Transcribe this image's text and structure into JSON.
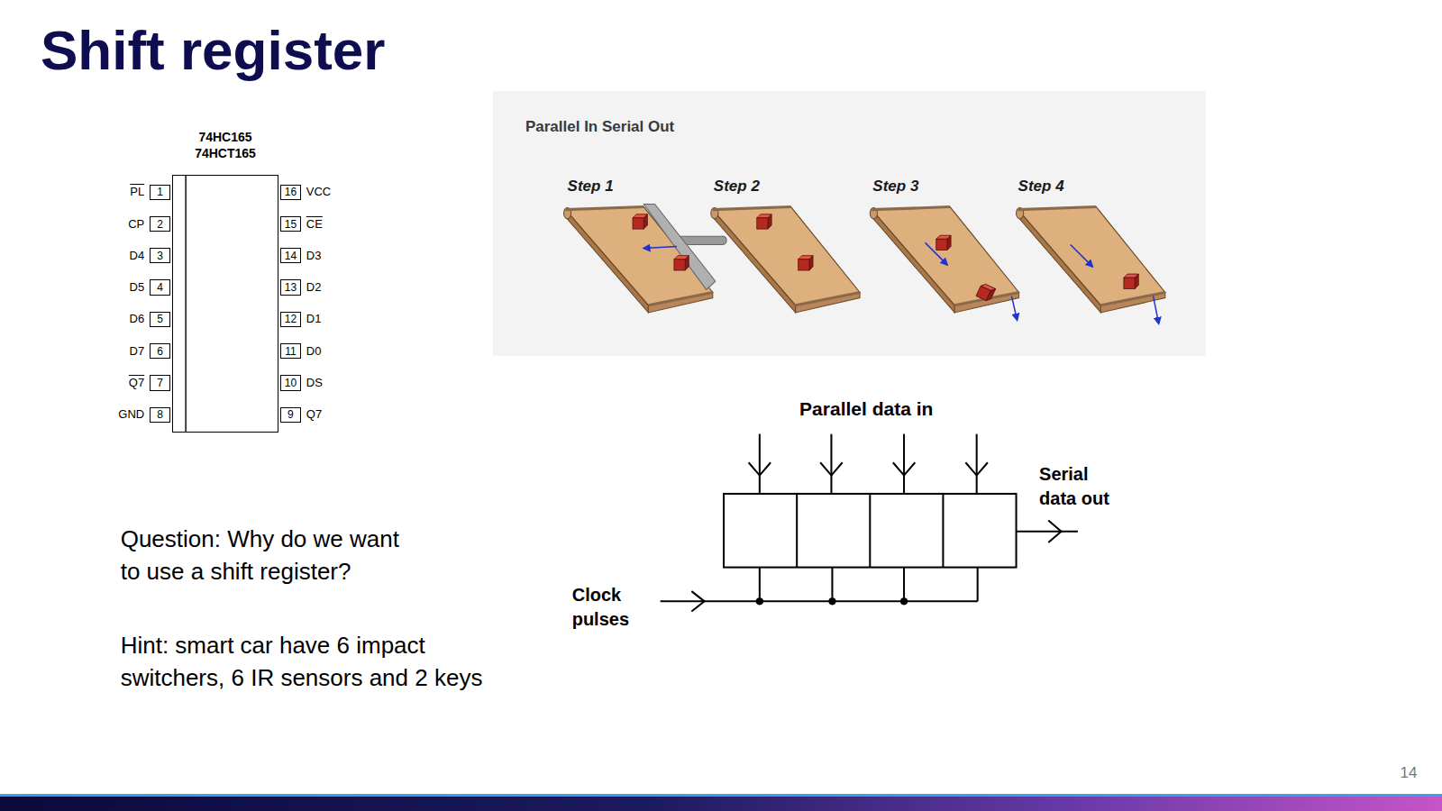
{
  "diagram": {
    "title": "Shift register",
    "nodes": [
      {
        "text": [
          "74HC165 74HCT165"
        ]
      },
      {
        "text": [
          "1"
        ]
      },
      {
        "text": [
          "2"
        ]
      },
      {
        "text": [
          "3"
        ]
      },
      {
        "text": [
          "4"
        ]
      },
      {
        "text": [
          "5"
        ]
      },
      {
        "text": [
          "6"
        ]
      },
      {
        "text": [
          "7"
        ]
      },
      {
        "text": [
          "8"
        ]
      },
      {
        "text": [
          "9"
        ]
      },
      {
        "text": [
          "10"
        ]
      },
      {
        "text": [
          "11"
        ]
      },
      {
        "text": [
          "12"
        ]
      },
      {
        "text": [
          "13"
        ]
      },
      {
        "text": [
          "14"
        ]
      },
      {
        "text": [
          "15"
        ]
      },
      {
        "text": [
          "16"
        ]
      },
      {
        "text": [
          "Parallel In Serial Out"
        ]
      }
    ],
    "labels": [
      "PL",
      "CP",
      "D4",
      "D5",
      "D6",
      "D7",
      "Q7",
      "GND",
      "VCC",
      "CE",
      "D3",
      "D2",
      "D1",
      "D0",
      "DS",
      "Q7",
      "Step 1",
      "Step 2",
      "Step 3",
      "Step 4",
      "Parallel data in",
      "Serial data out",
      "Clock pulses",
      "Question: Why do we want to use a shift register?",
      "Hint: smart car have 6 impact switchers, 6 IR sensors and 2 keys",
      "14"
    ]
  }
}
